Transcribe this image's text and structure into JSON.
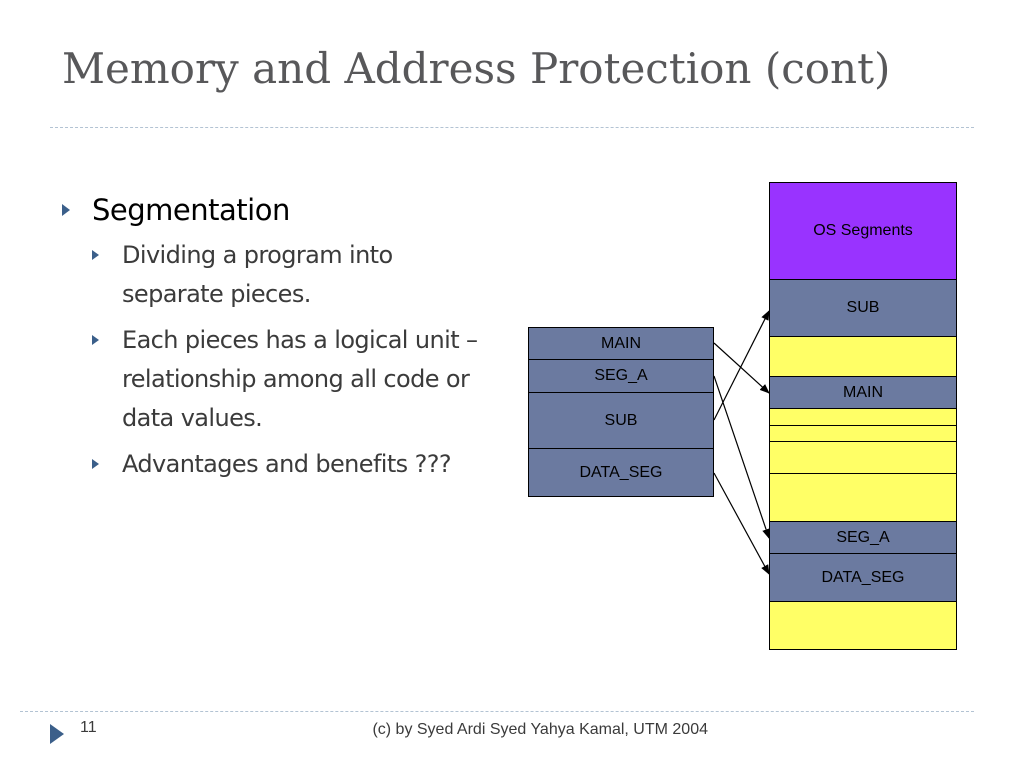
{
  "slide": {
    "title": "Memory and Address Protection (cont)",
    "page_number": "11",
    "credit": "(c) by Syed Ardi Syed Yahya Kamal, UTM 2004"
  },
  "bullets": {
    "main": "Segmentation",
    "items": [
      "Dividing a program into separate pieces.",
      "Each pieces has a logical unit – relationship among all code or data values.",
      "Advantages and benefits ???"
    ]
  },
  "diagram": {
    "program_segments": [
      "MAIN",
      "SEG_A",
      "SUB",
      "DATA_SEG"
    ],
    "memory": {
      "os_label": "OS Segments",
      "sub_label": "SUB",
      "main_label": "MAIN",
      "sega_label": "SEG_A",
      "dataseg_label": "DATA_SEG"
    },
    "colors": {
      "segment": "#6b7aa0",
      "free_memory": "#ffff66",
      "os": "#9933ff"
    }
  }
}
